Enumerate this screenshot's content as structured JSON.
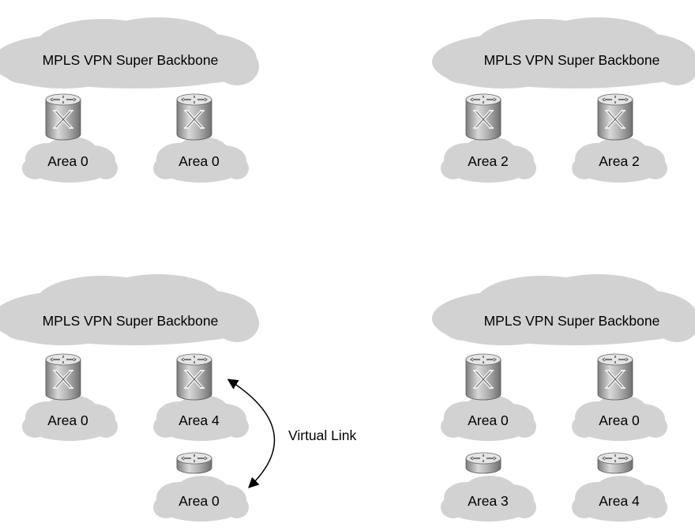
{
  "panels": [
    {
      "backbone_label": "MPLS  VPN Super Backbone",
      "areas": [
        "Area 0",
        "Area 0"
      ],
      "lower_areas": []
    },
    {
      "backbone_label": "MPLS  VPN Super Backbone",
      "areas": [
        "Area 2",
        "Area 2"
      ],
      "lower_areas": []
    },
    {
      "backbone_label": "MPLS  VPN Super Backbone",
      "areas": [
        "Area 0",
        "Area 4"
      ],
      "lower_areas": [
        "",
        "Area 0"
      ],
      "virtual_link_label": "Virtual Link"
    },
    {
      "backbone_label": "MPLS  VPN Super Backbone",
      "areas": [
        "Area 0",
        "Area 0"
      ],
      "lower_areas": [
        "Area 3",
        "Area 4"
      ]
    }
  ],
  "colors": {
    "cloud_fill": "#d2d2d2",
    "router_body": "#a9a9a9",
    "router_top": "#dcdcdc",
    "text": "#000000"
  },
  "icons": {
    "backbone": "cloud-icon",
    "pe_router": "switching-router-icon",
    "ce_router": "router-icon"
  }
}
